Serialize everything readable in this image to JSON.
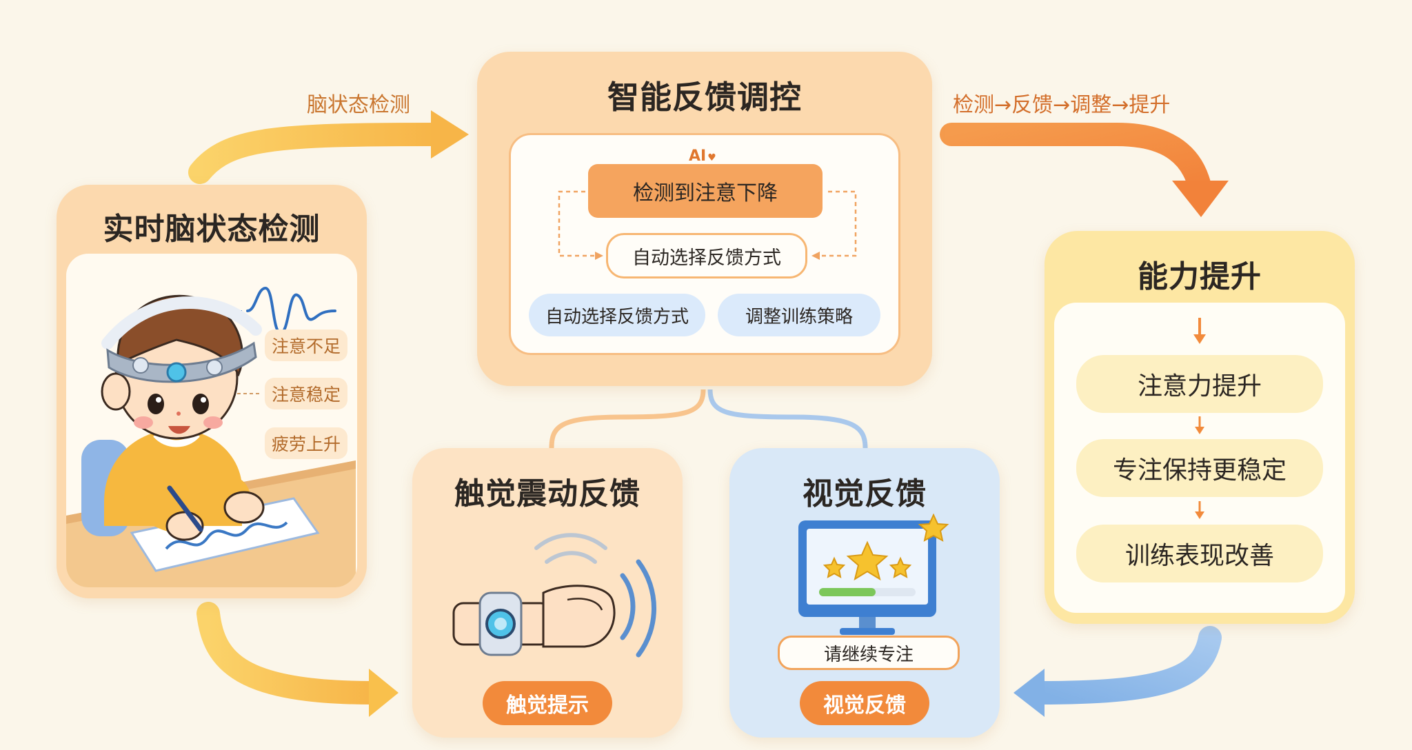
{
  "colors": {
    "background": "#fbf6ea",
    "orange_card": "#fcd9ae",
    "orange_accent": "#f28a3b",
    "yellow_card": "#fde7a3",
    "blue_card": "#d9e8f7",
    "blue_pill": "#dbeafb",
    "yellow_pill": "#fdf0c2"
  },
  "flow_labels": {
    "top_left": "脑状态检测",
    "top_right": "检测→反馈→调整→提升"
  },
  "detection": {
    "title": "实时脑状态检测",
    "tags": [
      "注意不足",
      "注意稳定",
      "疲劳上升"
    ]
  },
  "control": {
    "title": "智能反馈调控",
    "ai_label": "AI",
    "ai_heart": "♥",
    "detect_step": "检测到注意下降",
    "select_step": "自动选择反馈方式",
    "bottom_pills": [
      "自动选择反馈方式",
      "调整训练策略"
    ]
  },
  "improvement": {
    "title": "能力提升",
    "items": [
      "注意力提升",
      "专注保持更稳定",
      "训练表现改善"
    ]
  },
  "haptic": {
    "title": "触觉震动反馈",
    "button": "触觉提示"
  },
  "visual": {
    "title": "视觉反馈",
    "message": "请继续专注",
    "button": "视觉反馈"
  }
}
